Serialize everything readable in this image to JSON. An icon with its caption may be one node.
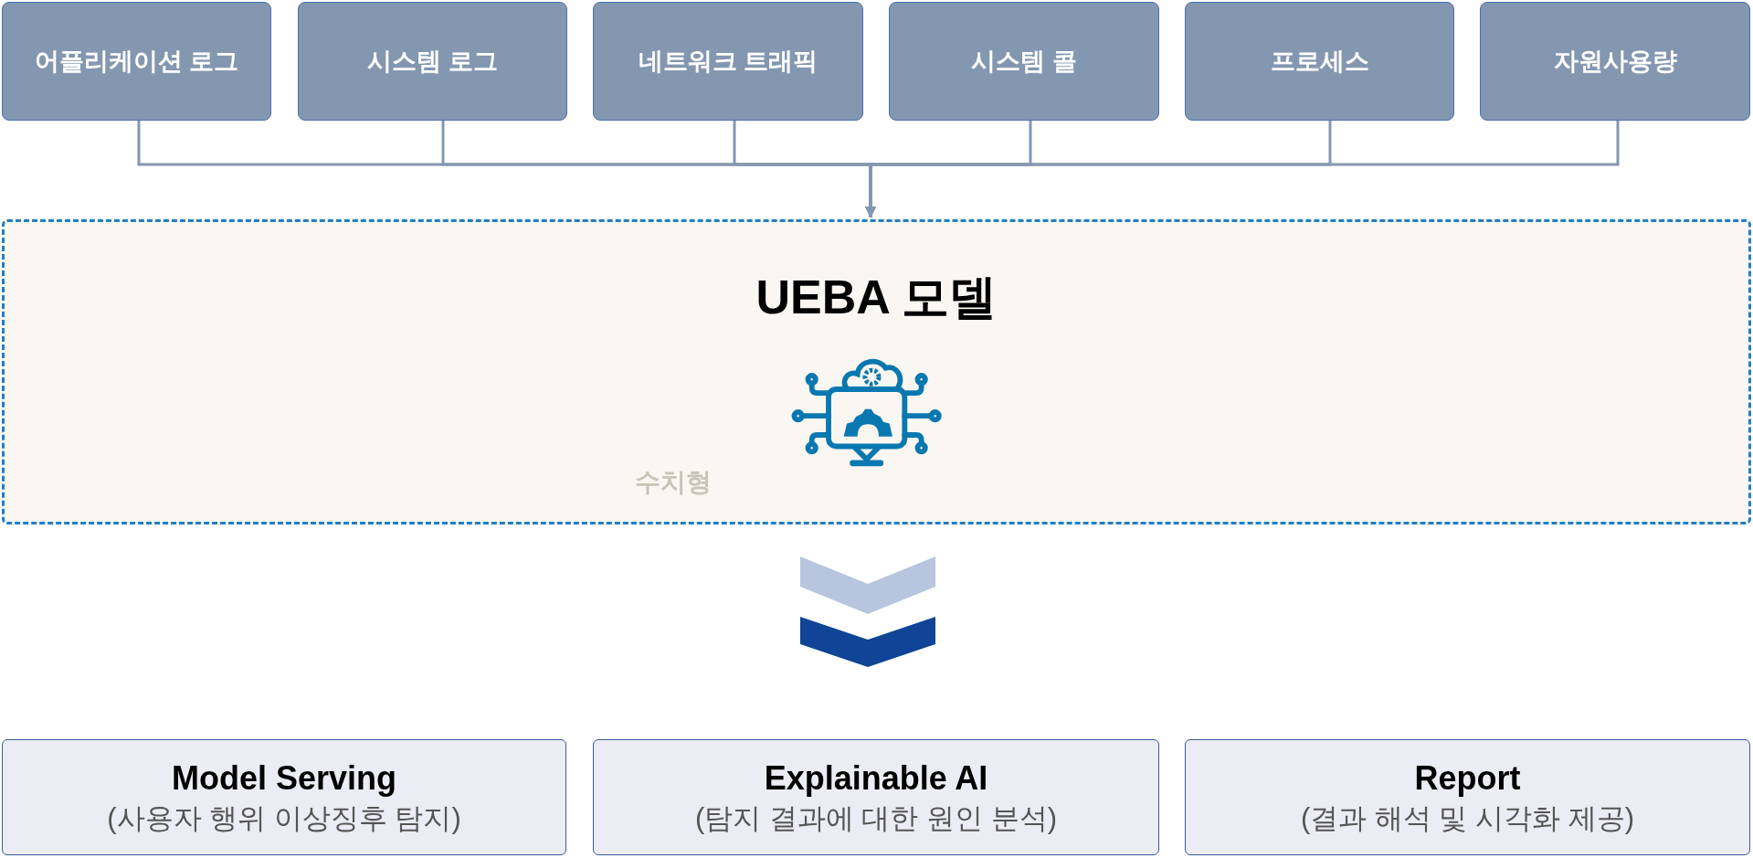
{
  "diagram": {
    "nodes": [
      {
        "text": [
          "어플리케이션 로그"
        ]
      },
      {
        "text": [
          "시스템 로그"
        ]
      },
      {
        "text": [
          "네트워크 트래픽"
        ]
      },
      {
        "text": [
          "시스템 콜"
        ]
      },
      {
        "text": [
          "프로세스"
        ]
      },
      {
        "text": [
          "자원사용량"
        ]
      },
      {
        "text": [
          "UEBA 모델"
        ]
      },
      {
        "text": [
          "Model Serving",
          "(사용자 행위 이상징후 탐지)"
        ]
      },
      {
        "text": [
          "Explainable AI",
          "(탐지 결과에 대한 원인 분석)"
        ]
      },
      {
        "text": [
          "Report",
          "(결과 해석 및 시각화 제공)"
        ]
      }
    ],
    "edges": [
      {
        "from": 0,
        "to": 6,
        "arrow": "to"
      },
      {
        "from": 1,
        "to": 6,
        "arrow": "to"
      },
      {
        "from": 2,
        "to": 6,
        "arrow": "to"
      },
      {
        "from": 3,
        "to": 6,
        "arrow": "to"
      },
      {
        "from": 4,
        "to": 6,
        "arrow": "to"
      },
      {
        "from": 5,
        "to": 6,
        "arrow": "to"
      },
      {
        "from": 6,
        "to": 8,
        "arrow": "to"
      }
    ],
    "labels": [
      "수치형"
    ]
  }
}
